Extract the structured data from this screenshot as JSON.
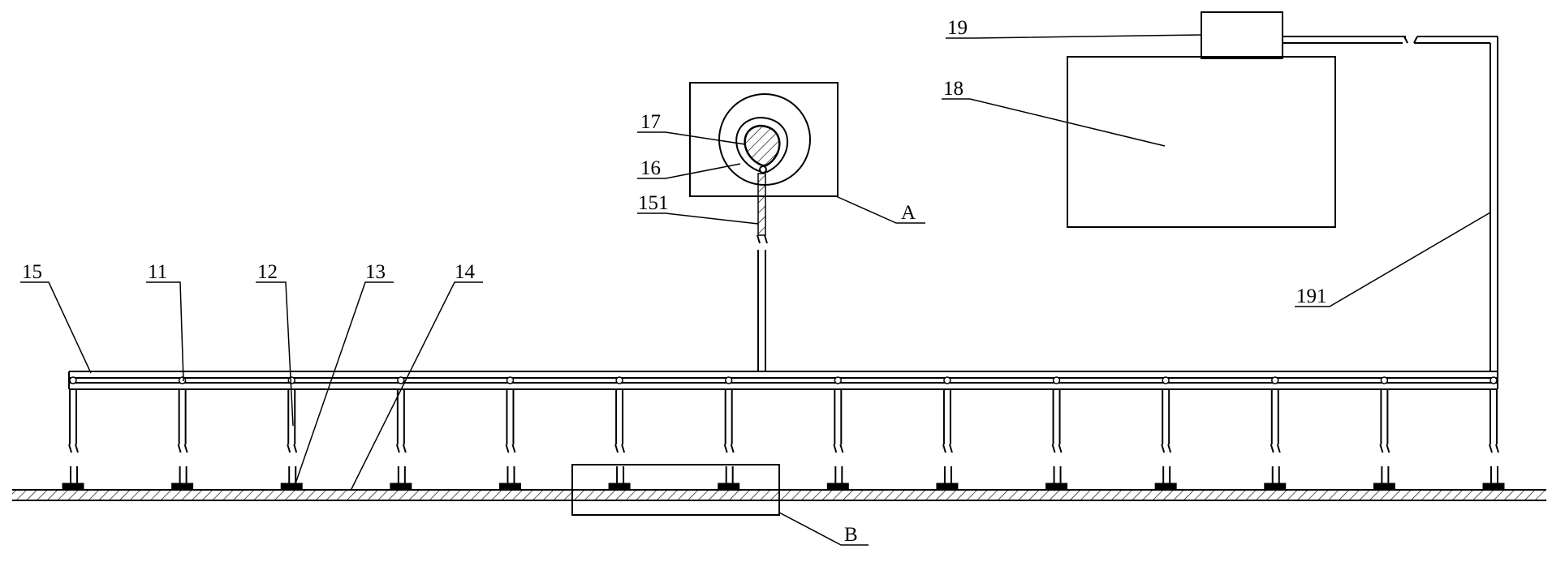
{
  "labels": {
    "l15": "15",
    "l11": "11",
    "l12": "12",
    "l13": "13",
    "l14": "14",
    "l17": "17",
    "l16": "16",
    "l151": "151",
    "lA": "A",
    "l18": "18",
    "l19": "19",
    "l191": "191",
    "lB": "B"
  },
  "diagram": {
    "support_count": 14
  }
}
